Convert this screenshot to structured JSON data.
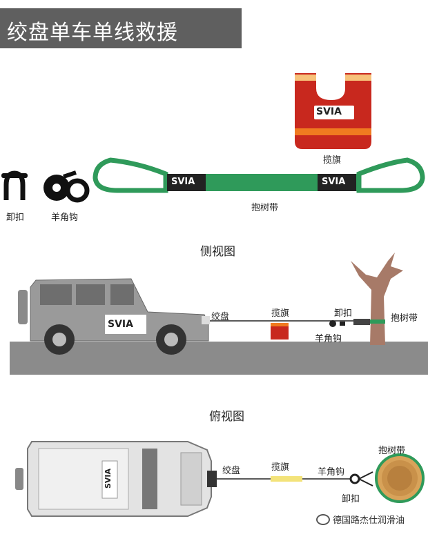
{
  "header": {
    "title": "绞盘单车单线救援"
  },
  "brand": {
    "logo_text": "SVIA"
  },
  "legend": {
    "shackle_label": "卸扣",
    "hook_label": "羊角钩",
    "strap_label": "抱树带",
    "flag_label": "揽旗"
  },
  "side_view": {
    "title": "侧视图",
    "winch_label": "绞盘",
    "flag_label": "揽旗",
    "shackle_label": "卸扣",
    "hook_label": "羊角钩",
    "strap_label": "抱树带"
  },
  "top_view": {
    "title": "俯视图",
    "winch_label": "绞盘",
    "flag_label": "揽旗",
    "hook_label": "羊角钩",
    "shackle_label": "卸扣",
    "strap_label": "抱树带"
  },
  "watermark": {
    "text": "德国路杰仕润滑油"
  },
  "colors": {
    "title_bg": "#5f5f5f",
    "flag_red": "#c8281e",
    "flag_orange": "#f07a20",
    "strap_green": "#2f9a5a",
    "ground_gray": "#8b8b8b",
    "vehicle_gray": "#9a9a9a",
    "tree_brown": "#a77a68"
  }
}
